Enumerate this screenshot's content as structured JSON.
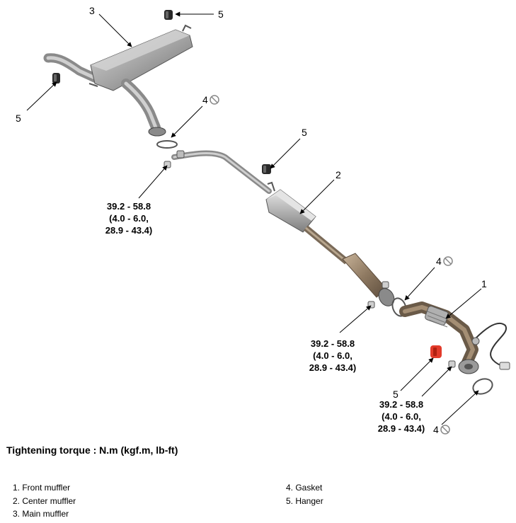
{
  "callouts": {
    "n1": "1",
    "n2": "2",
    "n3": "3",
    "n4": "4",
    "n5": "5"
  },
  "torque_spec": {
    "line1": "39.2 - 58.8",
    "line2": "(4.0 - 6.0,",
    "line3": "28.9 - 43.4)"
  },
  "torque_note": "Tightening torque : N.m (kgf.m, lb-ft)",
  "legend": {
    "items": [
      "1. Front muffler",
      "2. Center muffler",
      "3. Main muffler",
      "4. Gasket",
      "5. Hanger"
    ]
  },
  "colors": {
    "pipe": "#9a9a9a",
    "hanger": "#2a2a2a",
    "front_hanger": "#e23a2a",
    "leader": "#000000"
  },
  "icons": [
    "do-not-reuse-icon",
    "arrow-pointer",
    "wire-connector-icon"
  ]
}
